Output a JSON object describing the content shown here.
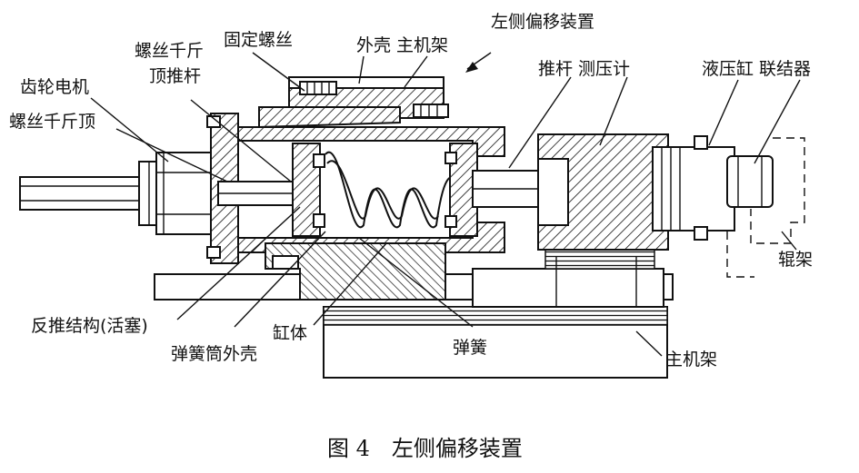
{
  "labels": {
    "left_offset_device": "左侧偏移装置",
    "screw_jack_push_rod_1": "螺丝千斤",
    "screw_jack_push_rod_2": "顶推杆",
    "fixing_screw": "固定螺丝",
    "shell_main_frame": "外壳 主机架",
    "gear_motor": "齿轮电机",
    "screw_jack": "螺丝千斤顶",
    "push_rod_load_cell": "推杆 测压计",
    "hydraulic_cylinder_coupling": "液压缸 联结器",
    "roll_stand": "辊架",
    "reaction_structure": "反推结构(活塞)",
    "cylinder_body": "缸体",
    "spring_barrel_shell": "弹簧筒外壳",
    "spring": "弹簧",
    "main_frame": "主机架"
  },
  "caption": "图 4　左侧偏移装置",
  "colors": {
    "ink": "#111111",
    "paper": "#ffffff"
  }
}
